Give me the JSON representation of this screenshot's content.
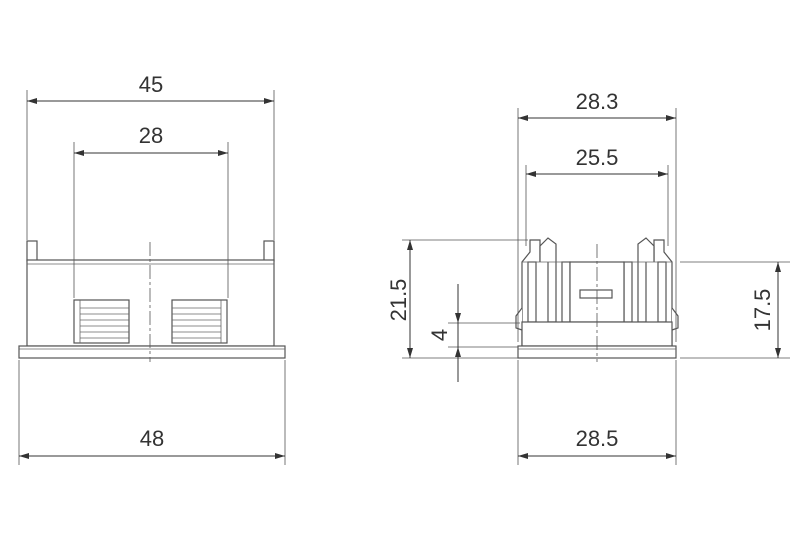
{
  "drawing": {
    "front_view": {
      "top_width": "45",
      "inner_width": "28",
      "base_width": "48"
    },
    "side_view": {
      "outer_top_width": "28.3",
      "inner_top_width": "25.5",
      "total_height": "21.5",
      "body_height": "17.5",
      "flange_height": "4",
      "base_width": "28.5"
    }
  },
  "colors": {
    "line": "#333333",
    "background": "#ffffff"
  }
}
